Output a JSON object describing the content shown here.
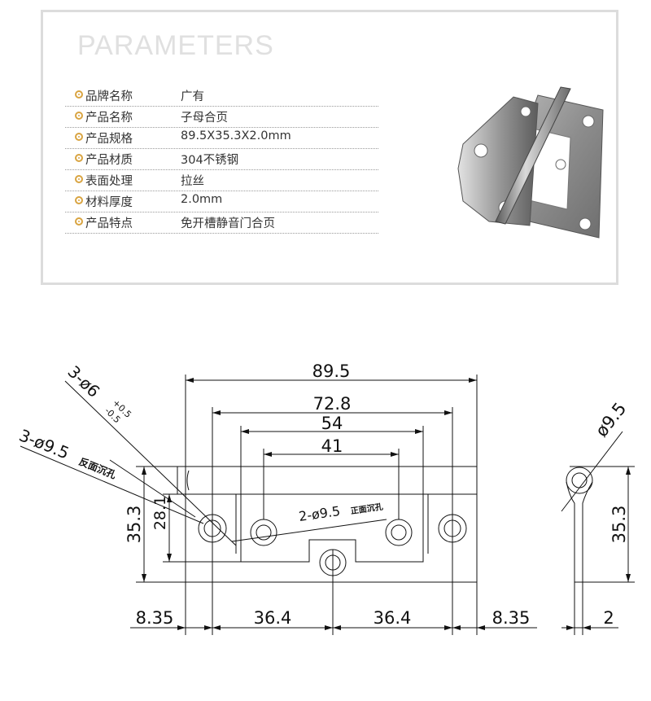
{
  "parameters": {
    "title": "PARAMETERS",
    "rows": [
      {
        "label": "品牌名称",
        "value": "广有"
      },
      {
        "label": "产品名称",
        "value": "子母合页"
      },
      {
        "label": "产品规格",
        "value": "89.5X35.3X2.0mm"
      },
      {
        "label": "产品材质",
        "value": "304不锈钢"
      },
      {
        "label": "表面处理",
        "value": "拉丝"
      },
      {
        "label": "材料厚度",
        "value": "2.0mm"
      },
      {
        "label": "产品特点",
        "value": "免开槽静音门合页"
      }
    ]
  },
  "drawing": {
    "dim_total_length": "89.5",
    "dim_outer_holes": "72.8",
    "dim_inner_leaf": "54",
    "dim_inner_holes": "41",
    "dim_height": "35.3",
    "dim_inner_height": "28.1",
    "dim_left_margin": "8.35",
    "dim_left_span": "36.4",
    "dim_right_span": "36.4",
    "dim_right_margin": "8.35",
    "dim_thickness": "2",
    "dim_side_height": "35.3",
    "dim_pin_dia": "ø9.5",
    "note_small_holes": "3-ø6",
    "note_small_tol_plus": "+0.5",
    "note_small_tol_minus": "-0.5",
    "note_large_holes": "3-ø9.5",
    "note_large_holes_suffix": "反面沉孔",
    "note_front_holes": "2-ø9.5",
    "note_front_holes_suffix": "正面沉孔"
  }
}
